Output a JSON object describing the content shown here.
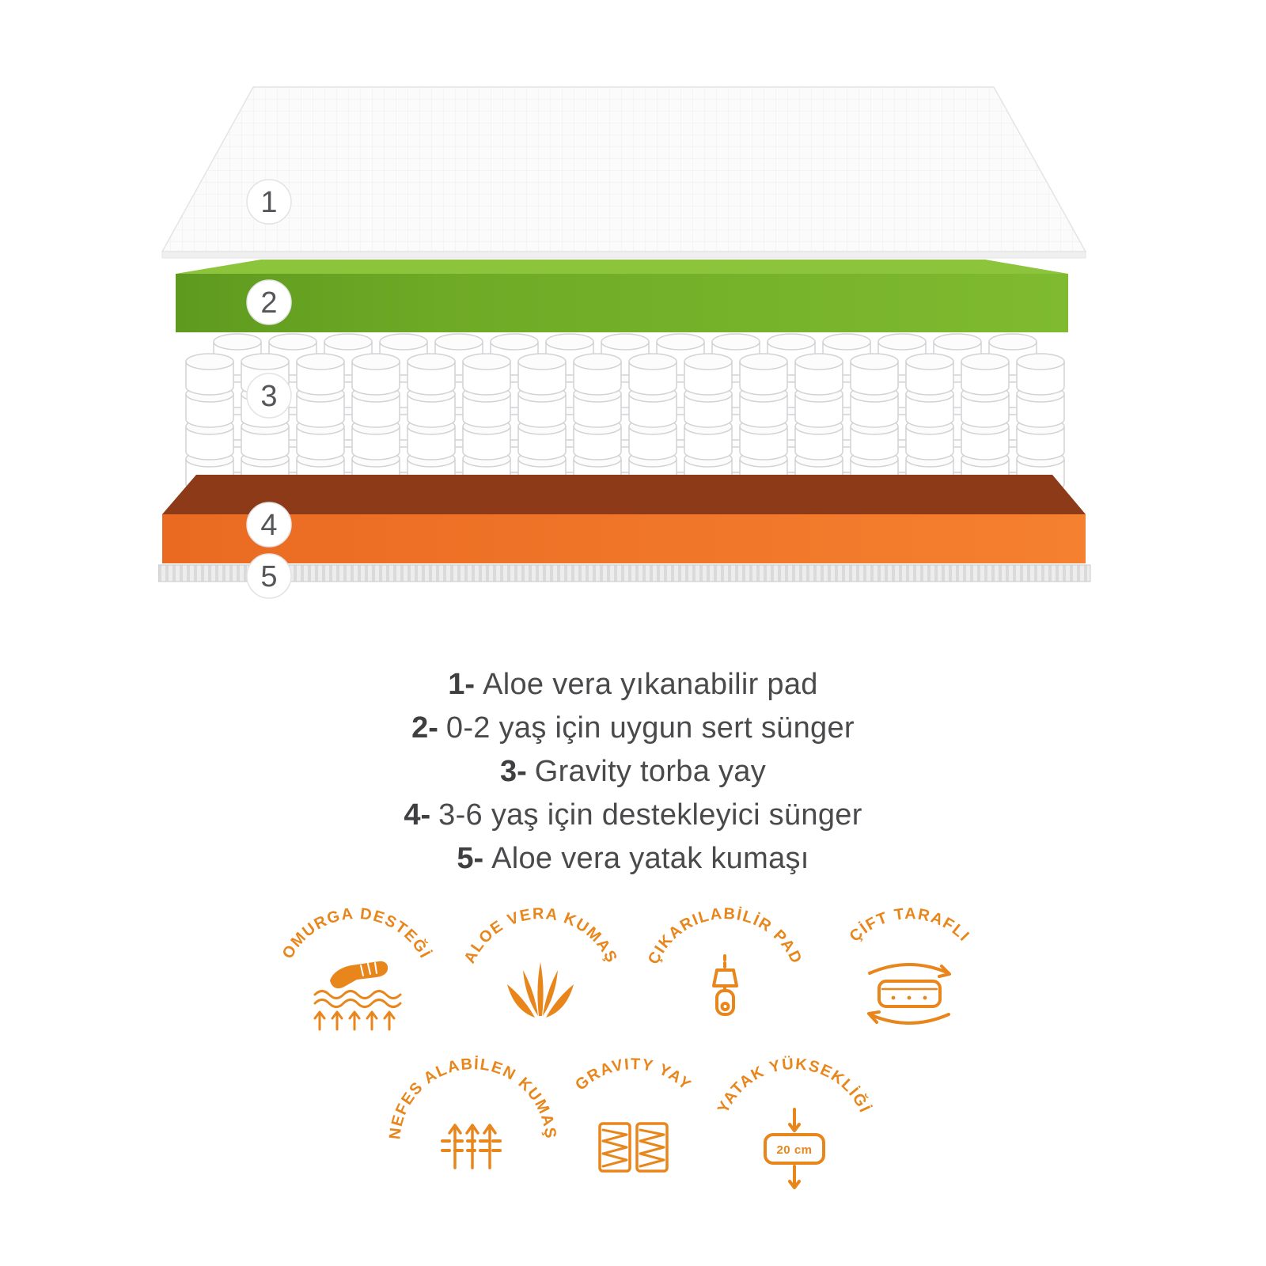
{
  "colors": {
    "accent_orange": "#E8861C",
    "layer_green": "#76B02A",
    "layer_orange_front": "#F2752B",
    "layer_orange_top": "#8C3A18",
    "legend_text": "#4A4A4C"
  },
  "diagram": {
    "layer_numbers": [
      "1",
      "2",
      "3",
      "4",
      "5"
    ]
  },
  "legend": {
    "items": [
      {
        "num": "1-",
        "text": "Aloe vera yıkanabilir pad"
      },
      {
        "num": "2-",
        "text": "0-2 yaş için uygun sert sünger"
      },
      {
        "num": "3-",
        "text": "Gravity torba yay"
      },
      {
        "num": "4-",
        "text": "3-6 yaş için destekleyici sünger"
      },
      {
        "num": "5-",
        "text": "Aloe vera yatak kumaşı"
      }
    ]
  },
  "features": {
    "row1": [
      {
        "label": "OMURGA DESTEĞİ",
        "icon": "spine-support-icon"
      },
      {
        "label": "ALOE VERA KUMAŞ",
        "icon": "aloe-vera-icon"
      },
      {
        "label": "ÇIKARILABİLİR PAD",
        "icon": "zipper-icon"
      },
      {
        "label": "ÇİFT TARAFLI",
        "icon": "double-sided-icon"
      }
    ],
    "row2": [
      {
        "label": "NEFES ALABİLEN KUMAŞ",
        "icon": "breathable-fabric-icon"
      },
      {
        "label": "GRAVITY YAY",
        "icon": "gravity-spring-icon"
      },
      {
        "label": "YATAK YÜKSEKLİĞİ",
        "icon": "mattress-height-icon",
        "value": "20 cm"
      }
    ]
  }
}
